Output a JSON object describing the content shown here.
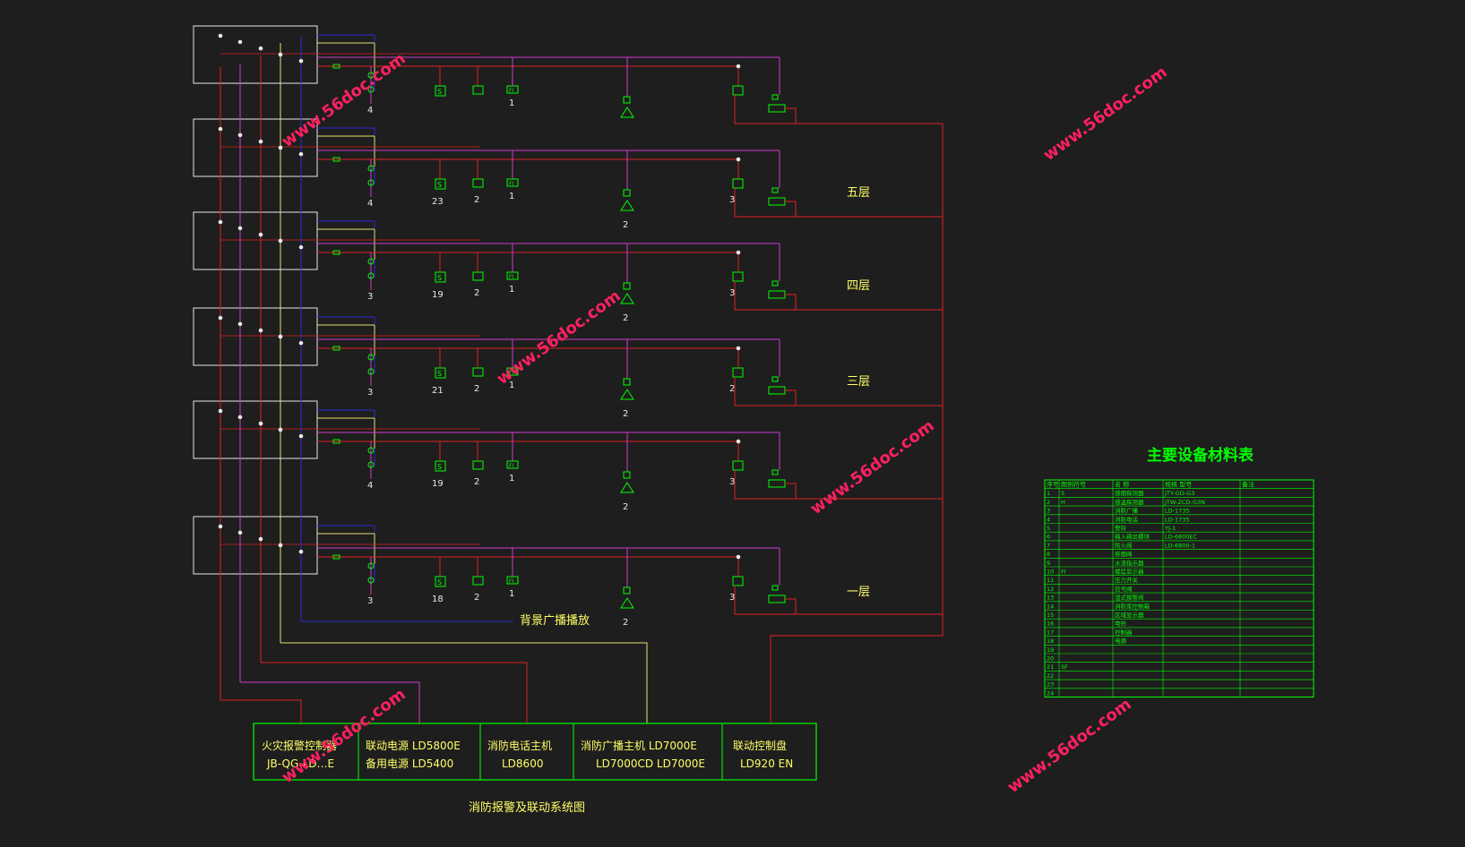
{
  "floors": [
    {
      "label": "",
      "counts": {
        "left": "4",
        "smoke": "",
        "heat": "",
        "btn": "1",
        "horn": "",
        "exit": ""
      }
    },
    {
      "label": "五层",
      "counts": {
        "left": "4",
        "smoke": "23",
        "heat": "2",
        "btn": "1",
        "horn": "2",
        "exit": "3"
      }
    },
    {
      "label": "四层",
      "counts": {
        "left": "3",
        "smoke": "19",
        "heat": "2",
        "btn": "1",
        "horn": "2",
        "exit": "3"
      }
    },
    {
      "label": "三层",
      "counts": {
        "left": "3",
        "smoke": "21",
        "heat": "2",
        "btn": "1",
        "horn": "2",
        "exit": "2"
      }
    },
    {
      "label": "",
      "counts": {
        "left": "4",
        "smoke": "19",
        "heat": "2",
        "btn": "1",
        "horn": "2",
        "exit": "3"
      }
    },
    {
      "label": "一层",
      "counts": {
        "left": "3",
        "smoke": "18",
        "heat": "2",
        "btn": "1",
        "horn": "2",
        "exit": "3"
      }
    }
  ],
  "bg_broadcast_label": "背景广播播放",
  "control_boxes": [
    {
      "line1": "火灾报警控制器",
      "line2": "JB-QG-LD…E"
    },
    {
      "line1": "联动电源 LD5800E",
      "line2": "备用电源 LD5400"
    },
    {
      "line1": "消防电话主机",
      "line2": "LD8600"
    },
    {
      "line1": "消防广播主机      LD7000E",
      "line2": "LD7000CD    LD7000E"
    },
    {
      "line1": "联动控制盘",
      "line2": "LD920 EN"
    }
  ],
  "diagram_title": "消防报警及联动系统图",
  "table": {
    "title": "主要设备材料表",
    "headers": [
      "序号",
      "图例符号",
      "名 称",
      "规格 型号",
      "备注"
    ],
    "rows": [
      [
        "1",
        "S",
        "感烟探测器",
        "JTY-GD-G3",
        ""
      ],
      [
        "2",
        "H",
        "感温探测器",
        "JTW-ZCD-G3N",
        ""
      ],
      [
        "3",
        "",
        "消防广播",
        "LD-1735",
        ""
      ],
      [
        "4",
        "",
        "消防电话",
        "LD-1735",
        ""
      ],
      [
        "5",
        "",
        "警铃",
        "YJ-1",
        ""
      ],
      [
        "6",
        "",
        "输入输出模块",
        "LD-6800EC",
        ""
      ],
      [
        "7",
        "",
        "防火阀",
        "LD-6800-1",
        ""
      ],
      [
        "8",
        "",
        "排烟阀",
        "",
        ""
      ],
      [
        "9",
        "",
        "水流指示器",
        "",
        ""
      ],
      [
        "10",
        "FI",
        "楼层显示器",
        "",
        ""
      ],
      [
        "11",
        "",
        "压力开关",
        "",
        ""
      ],
      [
        "12",
        "",
        "信号阀",
        "",
        ""
      ],
      [
        "13",
        "",
        "湿式报警阀",
        "",
        ""
      ],
      [
        "14",
        "",
        "消防泵控制箱",
        "",
        ""
      ],
      [
        "15",
        "",
        "区域显示器",
        "",
        ""
      ],
      [
        "16",
        "",
        "电铃",
        "",
        ""
      ],
      [
        "17",
        "",
        "控制器",
        "",
        ""
      ],
      [
        "18",
        "",
        "电源",
        "",
        ""
      ],
      [
        "19",
        "",
        "",
        "",
        ""
      ],
      [
        "20",
        "",
        "",
        "",
        ""
      ],
      [
        "21",
        "SF",
        "",
        "",
        ""
      ],
      [
        "22",
        "",
        "",
        "",
        ""
      ],
      [
        "23",
        "",
        "",
        "",
        ""
      ],
      [
        "24",
        "",
        "",
        "",
        ""
      ]
    ]
  },
  "watermark": "www.56doc.com",
  "colors": {
    "background": "#1e1e1e",
    "red": "#e02020",
    "magenta": "#d03ad0",
    "yellow": "#e8e070",
    "blue": "#2a2ad8",
    "green": "#00ff00",
    "white": "#e8e8e8",
    "label_yellow": "#ffff66",
    "watermark": "#ff2060"
  }
}
